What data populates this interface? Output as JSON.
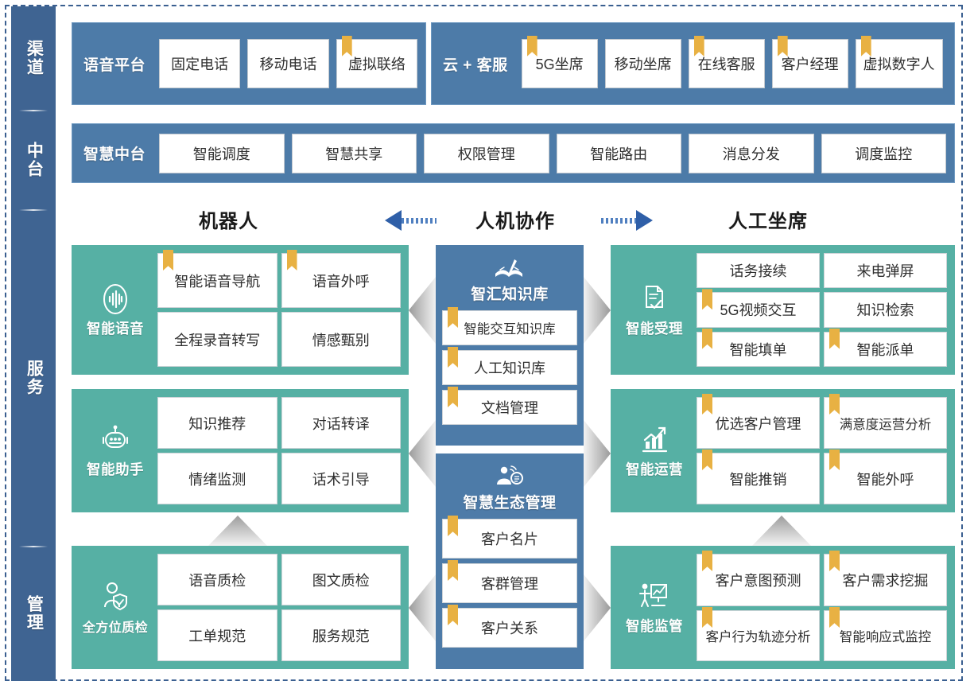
{
  "colors": {
    "blue": "#4d7ba8",
    "rail_blue": "#3f6492",
    "green": "#56b0a4",
    "bookmark": "#e8b143",
    "frame": "#3a5f90",
    "arrow": "#2f5fa8"
  },
  "rail": {
    "segments": [
      {
        "label": "渠道"
      },
      {
        "label": "中台"
      },
      {
        "label": "服务"
      },
      {
        "label": "管理"
      }
    ]
  },
  "channel": {
    "voice_platform": {
      "title": "语音平台",
      "items": [
        {
          "label": "固定电话",
          "bookmark": false
        },
        {
          "label": "移动电话",
          "bookmark": false
        },
        {
          "label": "虚拟联络",
          "bookmark": true
        }
      ]
    },
    "cloud_service": {
      "title": "云 + 客服",
      "items": [
        {
          "label": "5G坐席",
          "bookmark": true
        },
        {
          "label": "移动坐席",
          "bookmark": false
        },
        {
          "label": "在线客服",
          "bookmark": true
        },
        {
          "label": "客户经理",
          "bookmark": true
        },
        {
          "label": "虚拟数字人",
          "bookmark": true
        }
      ]
    }
  },
  "middle_platform": {
    "title": "智慧中台",
    "items": [
      {
        "label": "智能调度",
        "bookmark": false
      },
      {
        "label": "智慧共享",
        "bookmark": false
      },
      {
        "label": "权限管理",
        "bookmark": false
      },
      {
        "label": "智能路由",
        "bookmark": false
      },
      {
        "label": "消息分发",
        "bookmark": false
      },
      {
        "label": "调度监控",
        "bookmark": false
      }
    ]
  },
  "collaboration": {
    "left_label": "机器人",
    "center_label": "人机协作",
    "right_label": "人工坐席"
  },
  "left_blocks": [
    {
      "name": "智能语音",
      "icon": "voice-wave-icon",
      "items": [
        {
          "label": "智能语音导航",
          "bookmark": true
        },
        {
          "label": "语音外呼",
          "bookmark": true
        },
        {
          "label": "全程录音转写",
          "bookmark": false
        },
        {
          "label": "情感甄别",
          "bookmark": false
        }
      ]
    },
    {
      "name": "智能助手",
      "icon": "robot-icon",
      "items": [
        {
          "label": "知识推荐",
          "bookmark": false
        },
        {
          "label": "对话转译",
          "bookmark": false
        },
        {
          "label": "情绪监测",
          "bookmark": false
        },
        {
          "label": "话术引导",
          "bookmark": false
        }
      ]
    },
    {
      "name": "全方位质检",
      "icon": "person-shield-icon",
      "items": [
        {
          "label": "语音质检",
          "bookmark": false
        },
        {
          "label": "图文质检",
          "bookmark": false
        },
        {
          "label": "工单规范",
          "bookmark": false
        },
        {
          "label": "服务规范",
          "bookmark": false
        }
      ]
    }
  ],
  "center_panels": [
    {
      "title": "智汇知识库",
      "icon": "book-pen-icon",
      "items": [
        {
          "label": "智能交互知识库",
          "bookmark": true
        },
        {
          "label": "人工知识库",
          "bookmark": true
        },
        {
          "label": "文档管理",
          "bookmark": true
        }
      ]
    },
    {
      "title": "智慧生态管理",
      "icon": "person-network-icon",
      "items": [
        {
          "label": "客户名片",
          "bookmark": true
        },
        {
          "label": "客群管理",
          "bookmark": true
        },
        {
          "label": "客户关系",
          "bookmark": true
        }
      ]
    }
  ],
  "right_blocks": [
    {
      "name": "智能受理",
      "icon": "document-check-icon",
      "items": [
        {
          "label": "话务接续",
          "bookmark": false
        },
        {
          "label": "来电弹屏",
          "bookmark": false
        },
        {
          "label": "5G视频交互",
          "bookmark": true
        },
        {
          "label": "知识检索",
          "bookmark": false
        },
        {
          "label": "智能填单",
          "bookmark": true
        },
        {
          "label": "智能派单",
          "bookmark": true
        }
      ]
    },
    {
      "name": "智能运营",
      "icon": "bar-chart-trend-icon",
      "items": [
        {
          "label": "优选客户管理",
          "bookmark": true
        },
        {
          "label": "满意度运营分析",
          "bookmark": true
        },
        {
          "label": "智能推销",
          "bookmark": true
        },
        {
          "label": "智能外呼",
          "bookmark": true
        }
      ]
    },
    {
      "name": "智能监管",
      "icon": "presenter-board-icon",
      "items": [
        {
          "label": "客户意图预测",
          "bookmark": true
        },
        {
          "label": "客户需求挖掘",
          "bookmark": true
        },
        {
          "label": "客户行为轨迹分析",
          "bookmark": true
        },
        {
          "label": "智能响应式监控",
          "bookmark": true
        }
      ]
    }
  ]
}
